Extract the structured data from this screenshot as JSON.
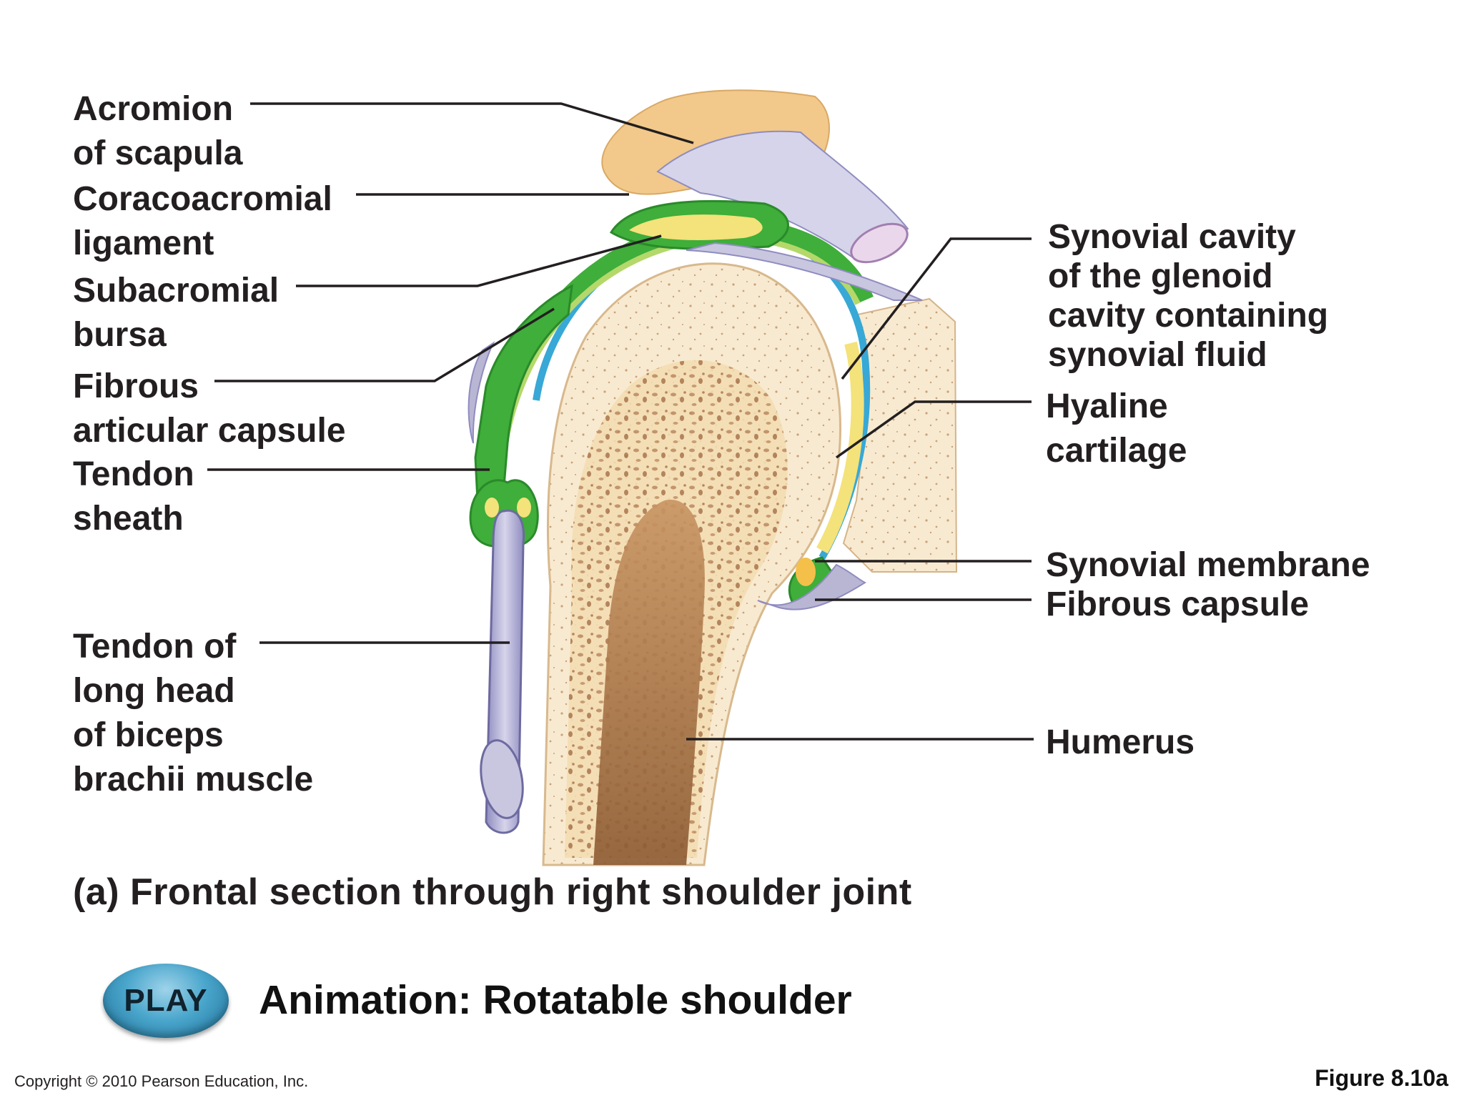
{
  "labels_left": {
    "acromion": [
      "Acromion",
      "of scapula"
    ],
    "coracoacromial": [
      "Coracoacromial",
      "ligament"
    ],
    "subacromial": [
      "Subacromial",
      "bursa"
    ],
    "fibrous_articular": [
      "Fibrous",
      "articular capsule"
    ],
    "tendon_sheath": [
      "Tendon",
      "sheath"
    ],
    "biceps_tendon": [
      "Tendon of",
      "long head",
      "of biceps",
      "brachii muscle"
    ]
  },
  "labels_right": {
    "synovial_cavity": [
      "Synovial cavity",
      "of the glenoid",
      "cavity containing",
      "synovial fluid"
    ],
    "hyaline": [
      "Hyaline",
      "cartilage"
    ],
    "synovial_membrane": [
      "Synovial membrane"
    ],
    "fibrous_capsule": [
      "Fibrous capsule"
    ],
    "humerus": [
      "Humerus"
    ]
  },
  "caption": "(a) Frontal section through right shoulder joint",
  "animation": {
    "button_label": "PLAY",
    "title": "Animation: Rotatable shoulder"
  },
  "footer": {
    "copyright": "Copyright © 2010 Pearson Education, Inc.",
    "figure": "Figure 8.10a"
  },
  "colors": {
    "bone": "#f6e6c4",
    "marrow": "#b07a4a",
    "acromion": "#f2c98a",
    "ligament": "#b9b6d4",
    "bursa_green": "#3fae3a",
    "cartilage_blue": "#38a8d6",
    "cartilage_yellow": "#f4e27a",
    "leader": "#231f20"
  }
}
